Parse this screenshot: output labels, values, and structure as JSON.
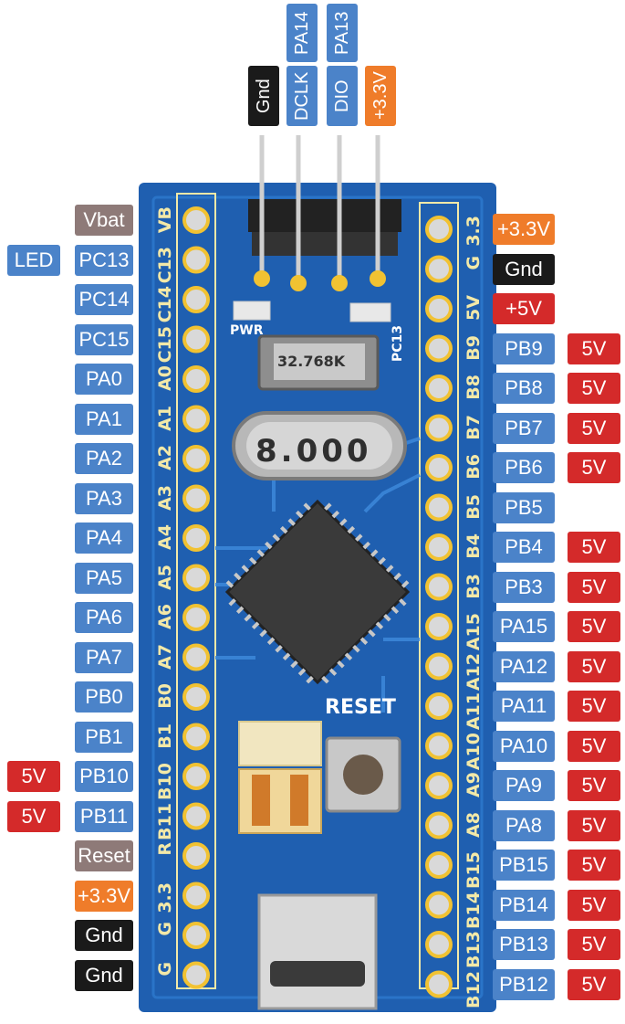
{
  "colors": {
    "gpio": "#4b83c9",
    "dark": "#1a1a1a",
    "power33": "#ef7c2a",
    "power5": "#d42a2a",
    "vbat": "#8e7a78",
    "board": "#1f5fb0",
    "pcb_line": "#2a74c8"
  },
  "top_header": {
    "row1": [
      {
        "label": "PA14",
        "color": "gpio"
      },
      {
        "label": "PA13",
        "color": "gpio"
      }
    ],
    "row2": [
      {
        "label": "Gnd",
        "color": "dark"
      },
      {
        "label": "DCLK",
        "color": "gpio"
      },
      {
        "label": "DIO",
        "color": "gpio"
      },
      {
        "label": "+3.3V",
        "color": "power33"
      }
    ]
  },
  "left_pins": [
    {
      "label": "Vbat",
      "color": "vbat",
      "silk": "VB",
      "extra": ""
    },
    {
      "label": "PC13",
      "color": "gpio",
      "silk": "C13",
      "extra": "LED"
    },
    {
      "label": "PC14",
      "color": "gpio",
      "silk": "C14",
      "extra": ""
    },
    {
      "label": "PC15",
      "color": "gpio",
      "silk": "C15",
      "extra": ""
    },
    {
      "label": "PA0",
      "color": "gpio",
      "silk": "A0",
      "extra": ""
    },
    {
      "label": "PA1",
      "color": "gpio",
      "silk": "A1",
      "extra": ""
    },
    {
      "label": "PA2",
      "color": "gpio",
      "silk": "A2",
      "extra": ""
    },
    {
      "label": "PA3",
      "color": "gpio",
      "silk": "A3",
      "extra": ""
    },
    {
      "label": "PA4",
      "color": "gpio",
      "silk": "A4",
      "extra": ""
    },
    {
      "label": "PA5",
      "color": "gpio",
      "silk": "A5",
      "extra": ""
    },
    {
      "label": "PA6",
      "color": "gpio",
      "silk": "A6",
      "extra": ""
    },
    {
      "label": "PA7",
      "color": "gpio",
      "silk": "A7",
      "extra": ""
    },
    {
      "label": "PB0",
      "color": "gpio",
      "silk": "B0",
      "extra": ""
    },
    {
      "label": "PB1",
      "color": "gpio",
      "silk": "B1",
      "extra": ""
    },
    {
      "label": "PB10",
      "color": "gpio",
      "silk": "B10",
      "extra": "5V"
    },
    {
      "label": "PB11",
      "color": "gpio",
      "silk": "B11",
      "extra": "5V"
    },
    {
      "label": "Reset",
      "color": "vbat",
      "silk": "R",
      "extra": ""
    },
    {
      "label": "+3.3V",
      "color": "power33",
      "silk": "3.3",
      "extra": ""
    },
    {
      "label": "Gnd",
      "color": "dark",
      "silk": "G",
      "extra": ""
    },
    {
      "label": "Gnd",
      "color": "dark",
      "silk": "G",
      "extra": ""
    }
  ],
  "right_pins": [
    {
      "label": "+3.3V",
      "color": "power33",
      "silk": "3.3",
      "tol": ""
    },
    {
      "label": "Gnd",
      "color": "dark",
      "silk": "G",
      "tol": ""
    },
    {
      "label": "+5V",
      "color": "power5",
      "silk": "5V",
      "tol": ""
    },
    {
      "label": "PB9",
      "color": "gpio",
      "silk": "B9",
      "tol": "5V"
    },
    {
      "label": "PB8",
      "color": "gpio",
      "silk": "B8",
      "tol": "5V"
    },
    {
      "label": "PB7",
      "color": "gpio",
      "silk": "B7",
      "tol": "5V"
    },
    {
      "label": "PB6",
      "color": "gpio",
      "silk": "B6",
      "tol": "5V"
    },
    {
      "label": "PB5",
      "color": "gpio",
      "silk": "B5",
      "tol": ""
    },
    {
      "label": "PB4",
      "color": "gpio",
      "silk": "B4",
      "tol": "5V"
    },
    {
      "label": "PB3",
      "color": "gpio",
      "silk": "B3",
      "tol": "5V"
    },
    {
      "label": "PA15",
      "color": "gpio",
      "silk": "A15",
      "tol": "5V"
    },
    {
      "label": "PA12",
      "color": "gpio",
      "silk": "A12",
      "tol": "5V"
    },
    {
      "label": "PA11",
      "color": "gpio",
      "silk": "A11",
      "tol": "5V"
    },
    {
      "label": "PA10",
      "color": "gpio",
      "silk": "A10",
      "tol": "5V"
    },
    {
      "label": "PA9",
      "color": "gpio",
      "silk": "A9",
      "tol": "5V"
    },
    {
      "label": "PA8",
      "color": "gpio",
      "silk": "A8",
      "tol": "5V"
    },
    {
      "label": "PB15",
      "color": "gpio",
      "silk": "B15",
      "tol": "5V"
    },
    {
      "label": "PB14",
      "color": "gpio",
      "silk": "B14",
      "tol": "5V"
    },
    {
      "label": "PB13",
      "color": "gpio",
      "silk": "B13",
      "tol": "5V"
    },
    {
      "label": "PB12",
      "color": "gpio",
      "silk": "B12",
      "tol": "5V"
    }
  ],
  "board_text": {
    "crystal_main": "8.000",
    "crystal_rtc": "32.768K",
    "reset": "RESET",
    "pwr": "PWR",
    "pc13": "PC13"
  }
}
